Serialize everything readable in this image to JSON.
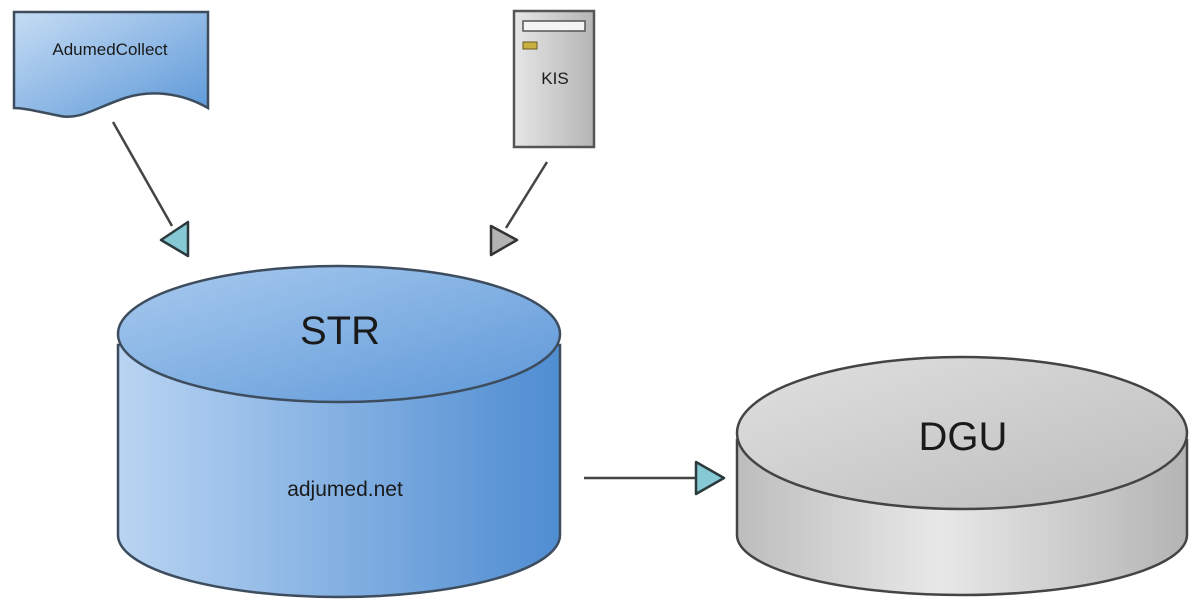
{
  "nodes": {
    "adumed_collect": {
      "label": "AdumedCollect",
      "shape": "document",
      "color": "#6fa8e0"
    },
    "kis": {
      "label": "KIS",
      "shape": "server",
      "color": "#c8c8c8"
    },
    "str": {
      "title": "STR",
      "subtitle": "adjumed.net",
      "shape": "database",
      "color": "#6aa0dc"
    },
    "dgu": {
      "title": "DGU",
      "shape": "database",
      "color": "#cccccc"
    }
  },
  "edges": [
    {
      "from": "AdumedCollect",
      "to": "STR",
      "arrow_color": "#7fc4cf"
    },
    {
      "from": "KIS",
      "to": "STR",
      "arrow_color": "#b0b0b0"
    },
    {
      "from": "STR",
      "to": "DGU",
      "arrow_color": "#7fc4cf"
    }
  ]
}
